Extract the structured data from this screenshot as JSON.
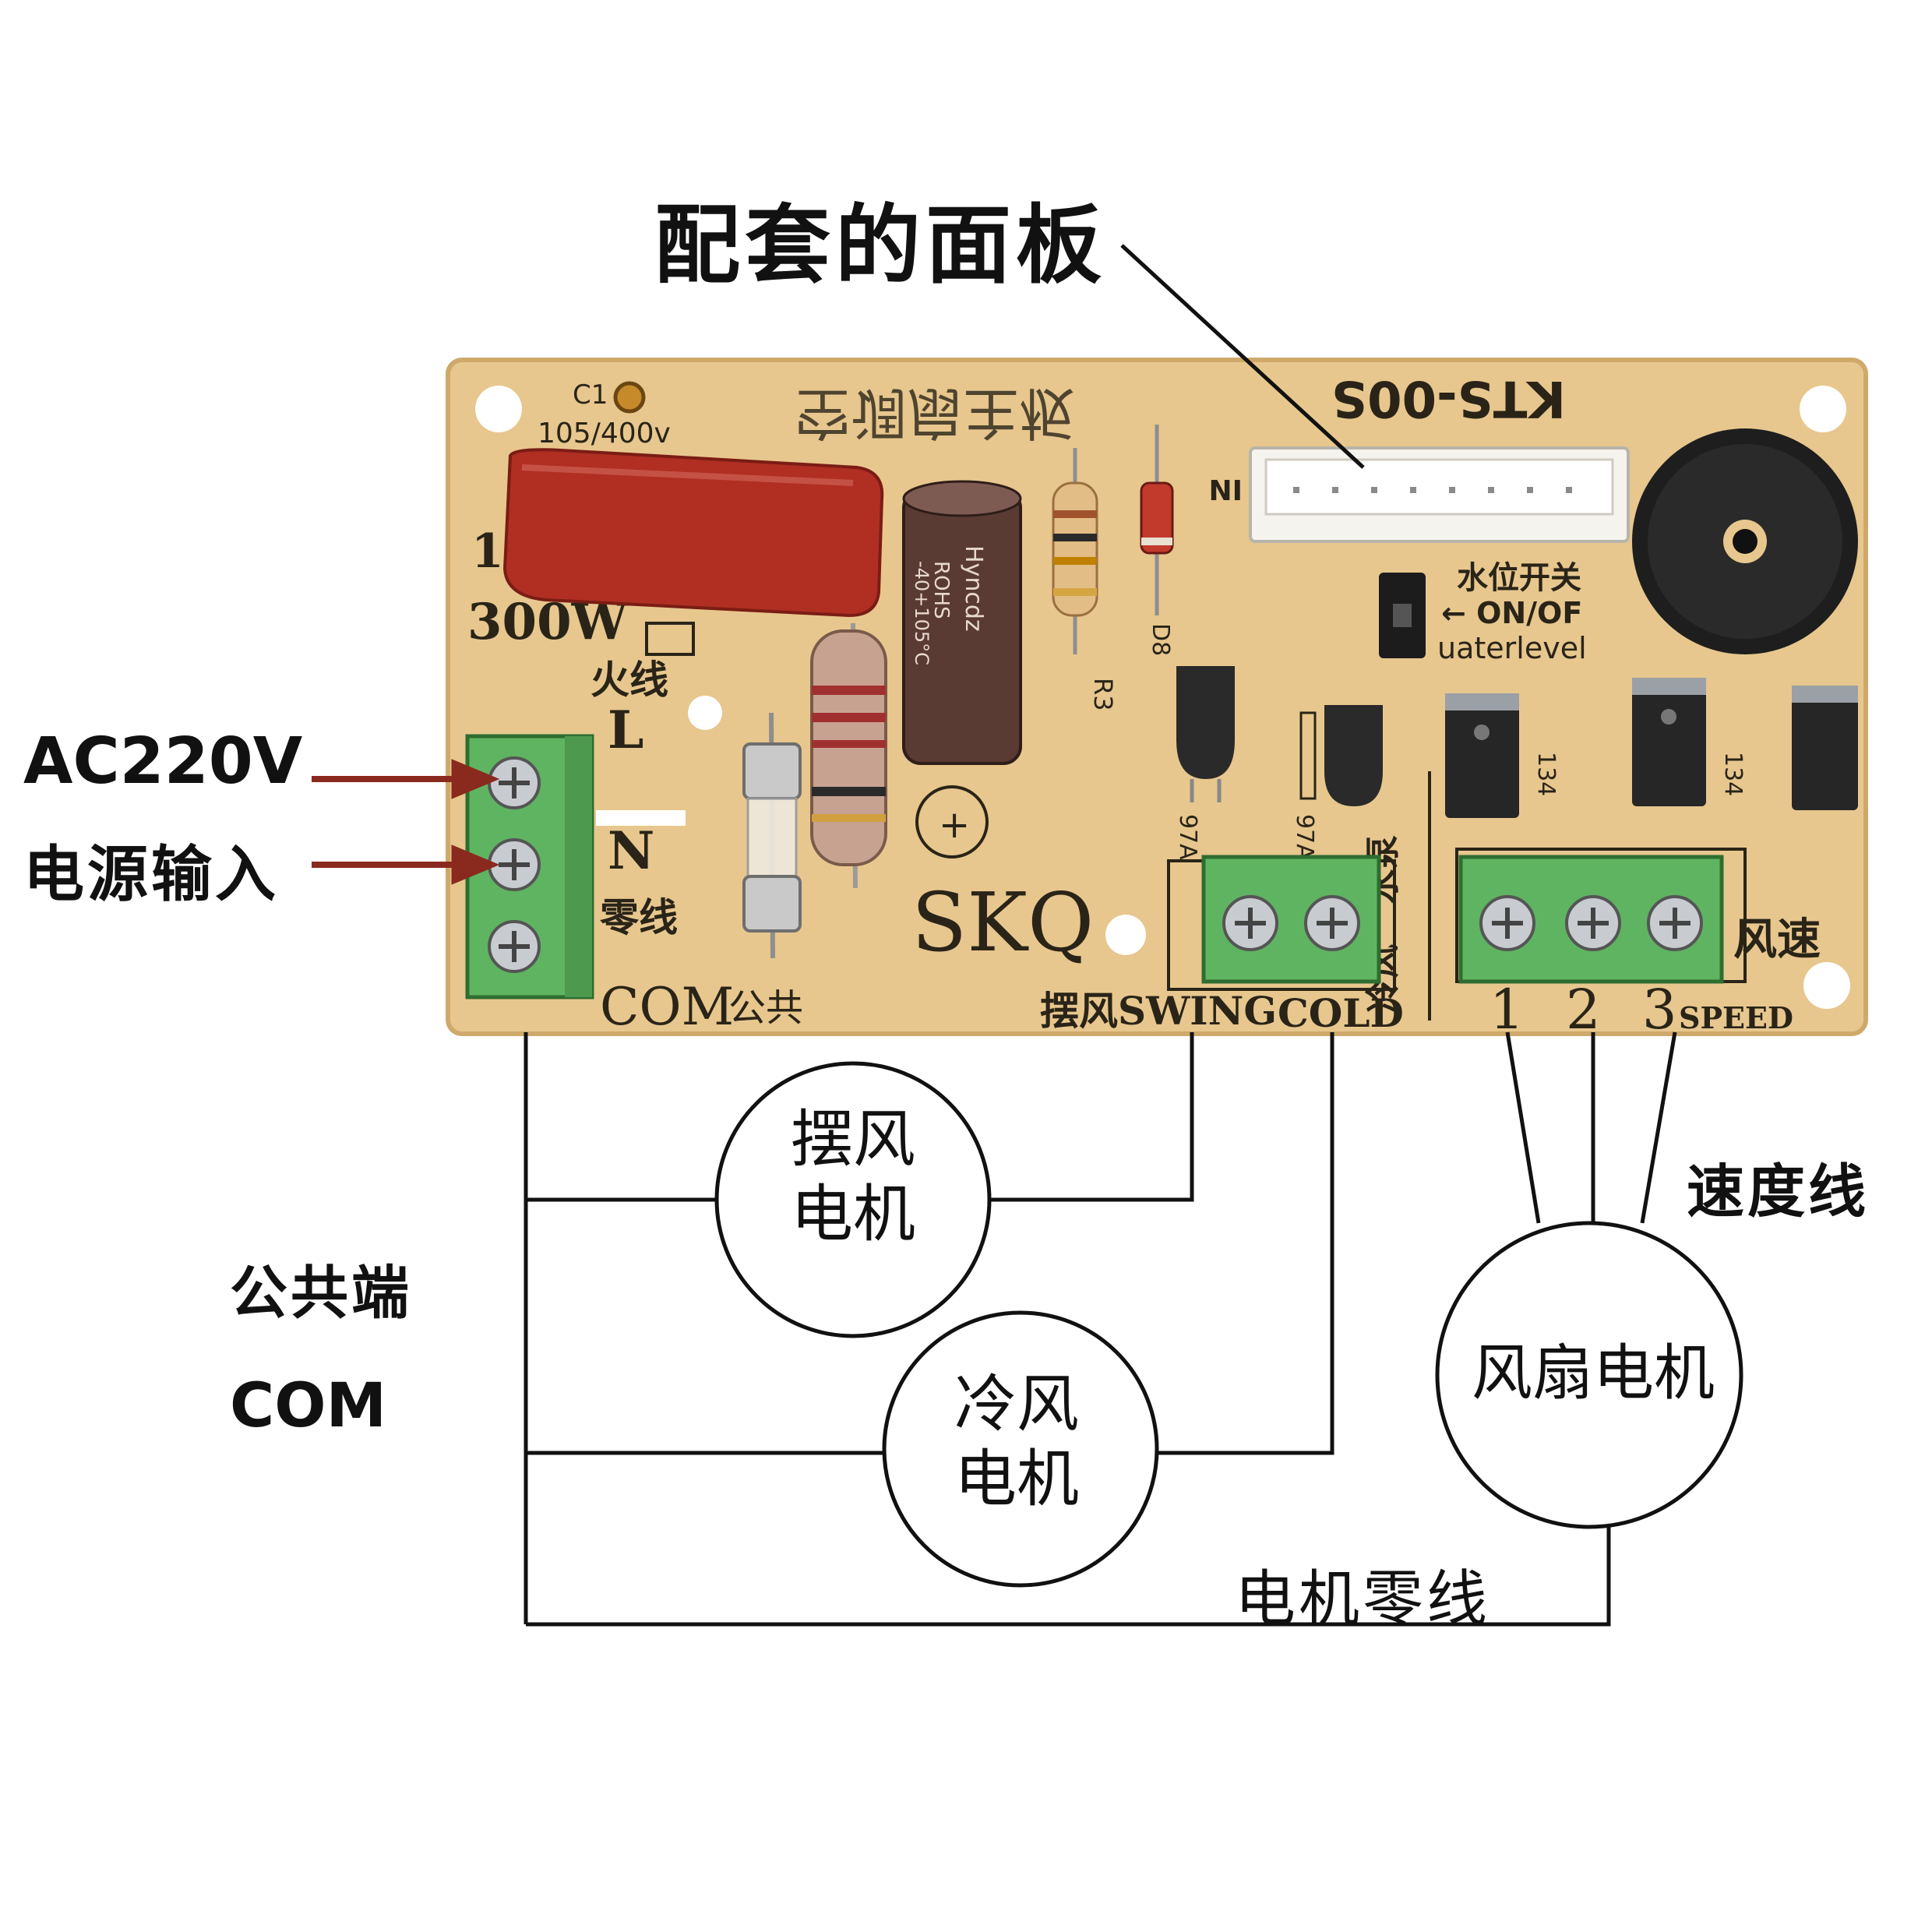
{
  "callouts": {
    "panel_title": "配套的面板",
    "power_voltage": "AC220V",
    "power_input": "电源输入",
    "common_terminal": "公共端",
    "common_com": "COM",
    "speed_wires": "速度线",
    "motor_neutral": "电机零线"
  },
  "motors": {
    "swing": [
      "摆风",
      "电机"
    ],
    "cold": [
      "冷风",
      "电机"
    ],
    "fan": "风扇电机"
  },
  "pcb": {
    "title_mirrored": "空调扇主板",
    "model": "KTS-00S",
    "brand": "SKQ",
    "cap_ref": "C1",
    "cap_value": "105/400v",
    "cap_body": "1",
    "cap_body2": "300W",
    "live_cn": "火线",
    "live_letter": "L",
    "neutral_letter": "N",
    "neutral_cn": "零线",
    "com_label": "COM",
    "com_cn": "公共",
    "swing_label": "摆风SWING",
    "cold_label": "COLD",
    "cold_cn": "冷风",
    "pump_cn": "水泵",
    "speed_cn": "风速",
    "speed_numbers": [
      "1",
      "2",
      "3"
    ],
    "speed_label": "SPEED",
    "water_cn": "水位开关",
    "water_onoff": "← ON/OF",
    "water_en": "uaterlevel",
    "elcap_brand": "Hyncdz",
    "elcap_spec": "ROHS",
    "elcap_temp": "-40+105°C",
    "triac": "134",
    "transistor": "97A",
    "in_label": "IN",
    "r3": "R3",
    "d8": "D8"
  },
  "colors": {
    "board": "#e7c78e",
    "terminal": "#5fb461",
    "arrow": "#8a2a1e",
    "capacitor": "#b02f22",
    "lines": "#111111"
  }
}
